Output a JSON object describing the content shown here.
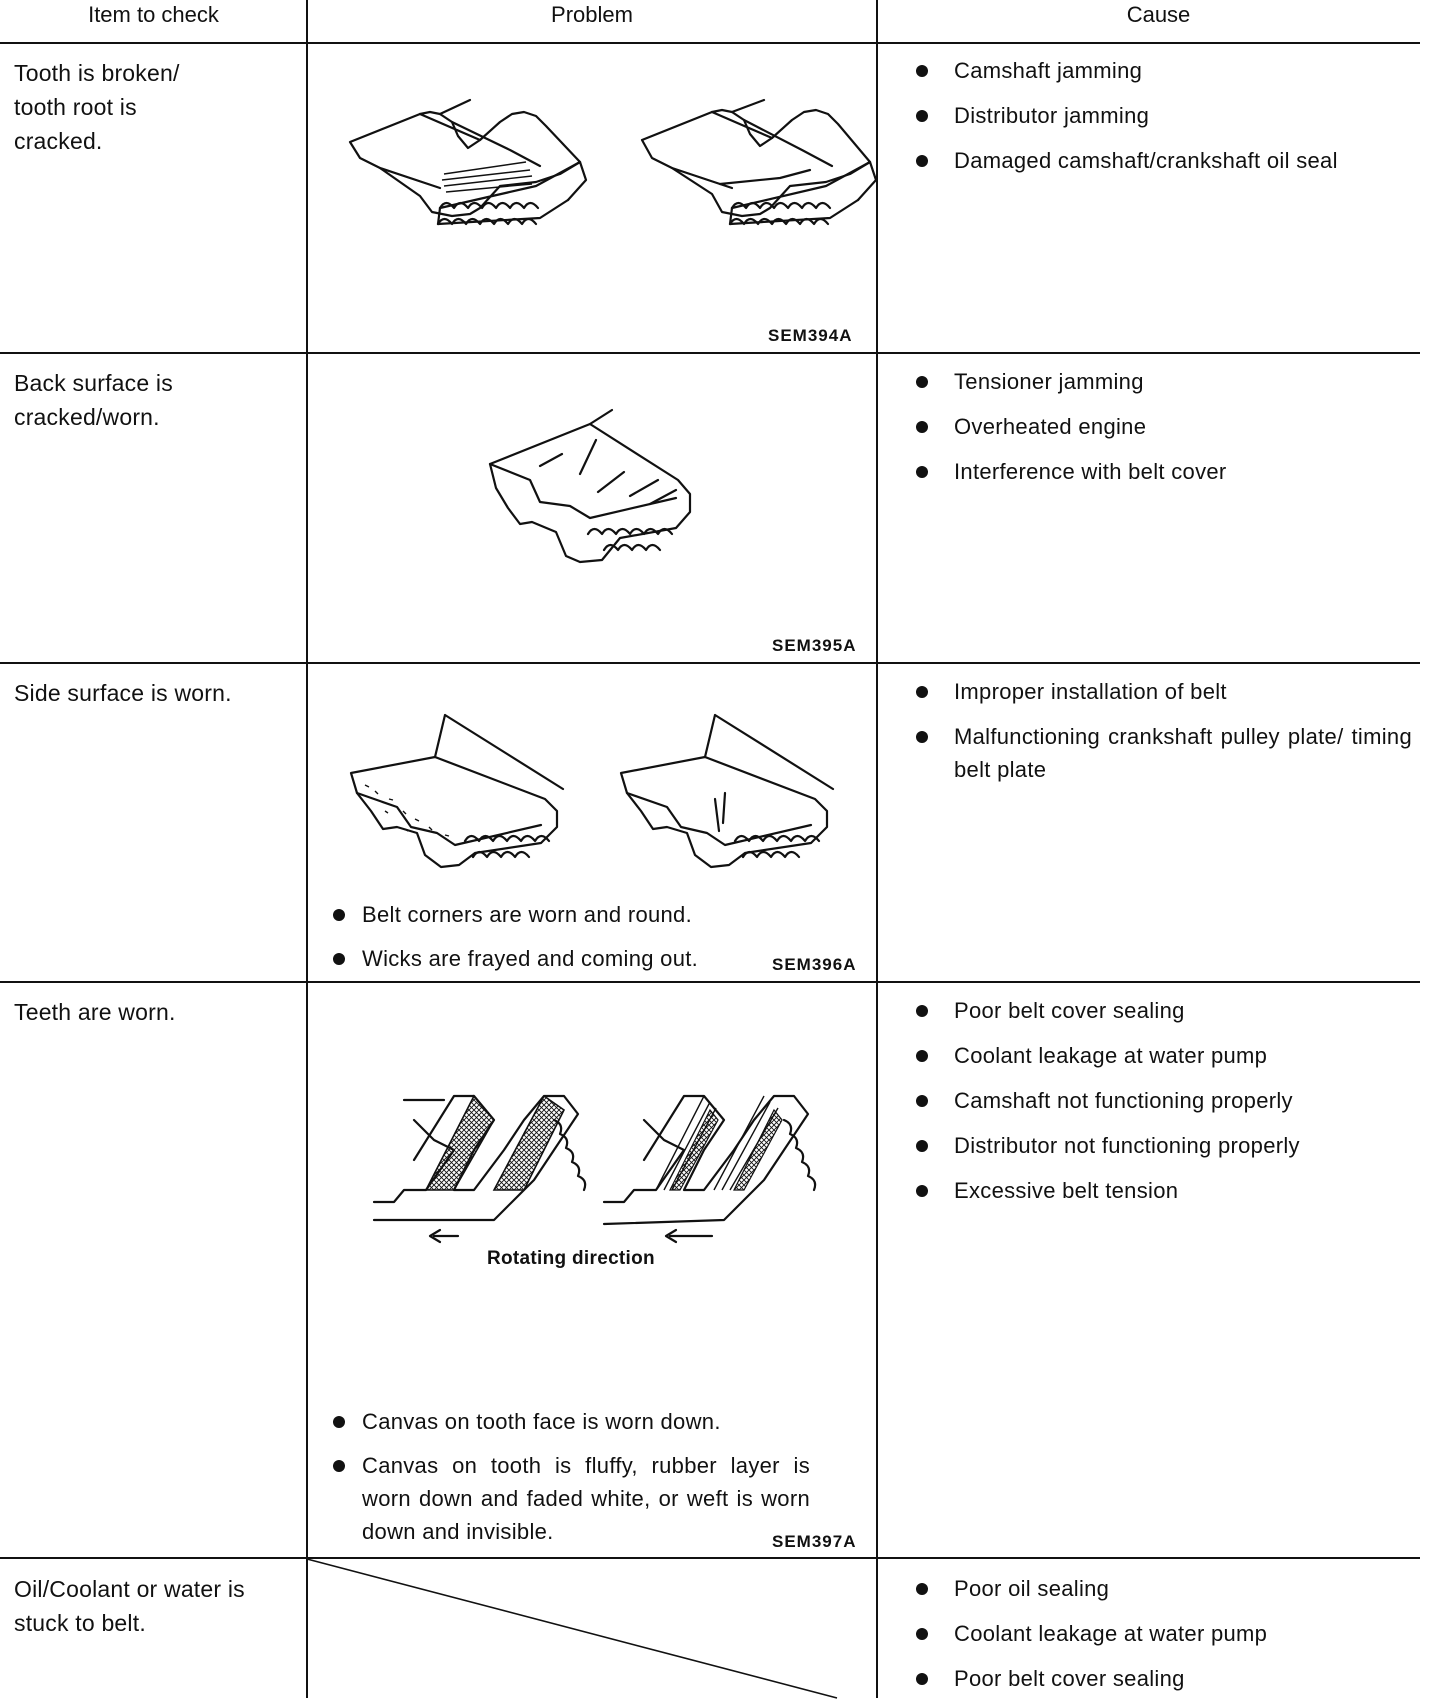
{
  "header": {
    "col_item": "Item to check",
    "col_problem": "Problem",
    "col_cause": "Cause"
  },
  "rows": [
    {
      "item": "Tooth is broken/\ntooth root is\ncracked.",
      "figure_code": "SEM394A",
      "notes": [],
      "causes": [
        "Camshaft jamming",
        "Distributor jamming",
        "Damaged camshaft/crankshaft oil seal"
      ]
    },
    {
      "item": "Back surface is\ncracked/worn.",
      "figure_code": "SEM395A",
      "notes": [],
      "causes": [
        "Tensioner jamming",
        "Overheated engine",
        "Interference with belt cover"
      ]
    },
    {
      "item": "Side surface is worn.",
      "figure_code": "SEM396A",
      "notes": [
        "Belt corners are worn and round.",
        "Wicks are frayed and coming out."
      ],
      "causes": [
        "Improper installation of belt",
        "Malfunctioning crankshaft pulley plate/ timing belt plate"
      ]
    },
    {
      "item": "Teeth are worn.",
      "figure_code": "SEM397A",
      "figure_caption": "Rotating direction",
      "notes": [
        "Canvas on tooth face is worn down.",
        "Canvas on tooth is fluffy, rubber layer is worn down and faded white, or weft is worn down and invisible."
      ],
      "causes": [
        "Poor belt cover sealing",
        "Coolant leakage at water pump",
        "Camshaft not functioning properly",
        "Distributor not functioning properly",
        "Excessive belt tension"
      ]
    },
    {
      "item": "Oil/Coolant or water is\nstuck to belt.",
      "notes": [],
      "causes": [
        "Poor oil sealing",
        "Coolant leakage at water pump",
        "Poor belt cover sealing"
      ]
    }
  ],
  "icons": {
    "belt_tooth_broken": "belt-broken-tooth-illustration",
    "belt_back_cracked": "belt-back-cracked-illustration",
    "belt_side_worn": "belt-side-worn-illustration",
    "belt_teeth_worn": "belt-teeth-worn-illustration",
    "arrow": "arrow-left-icon"
  }
}
